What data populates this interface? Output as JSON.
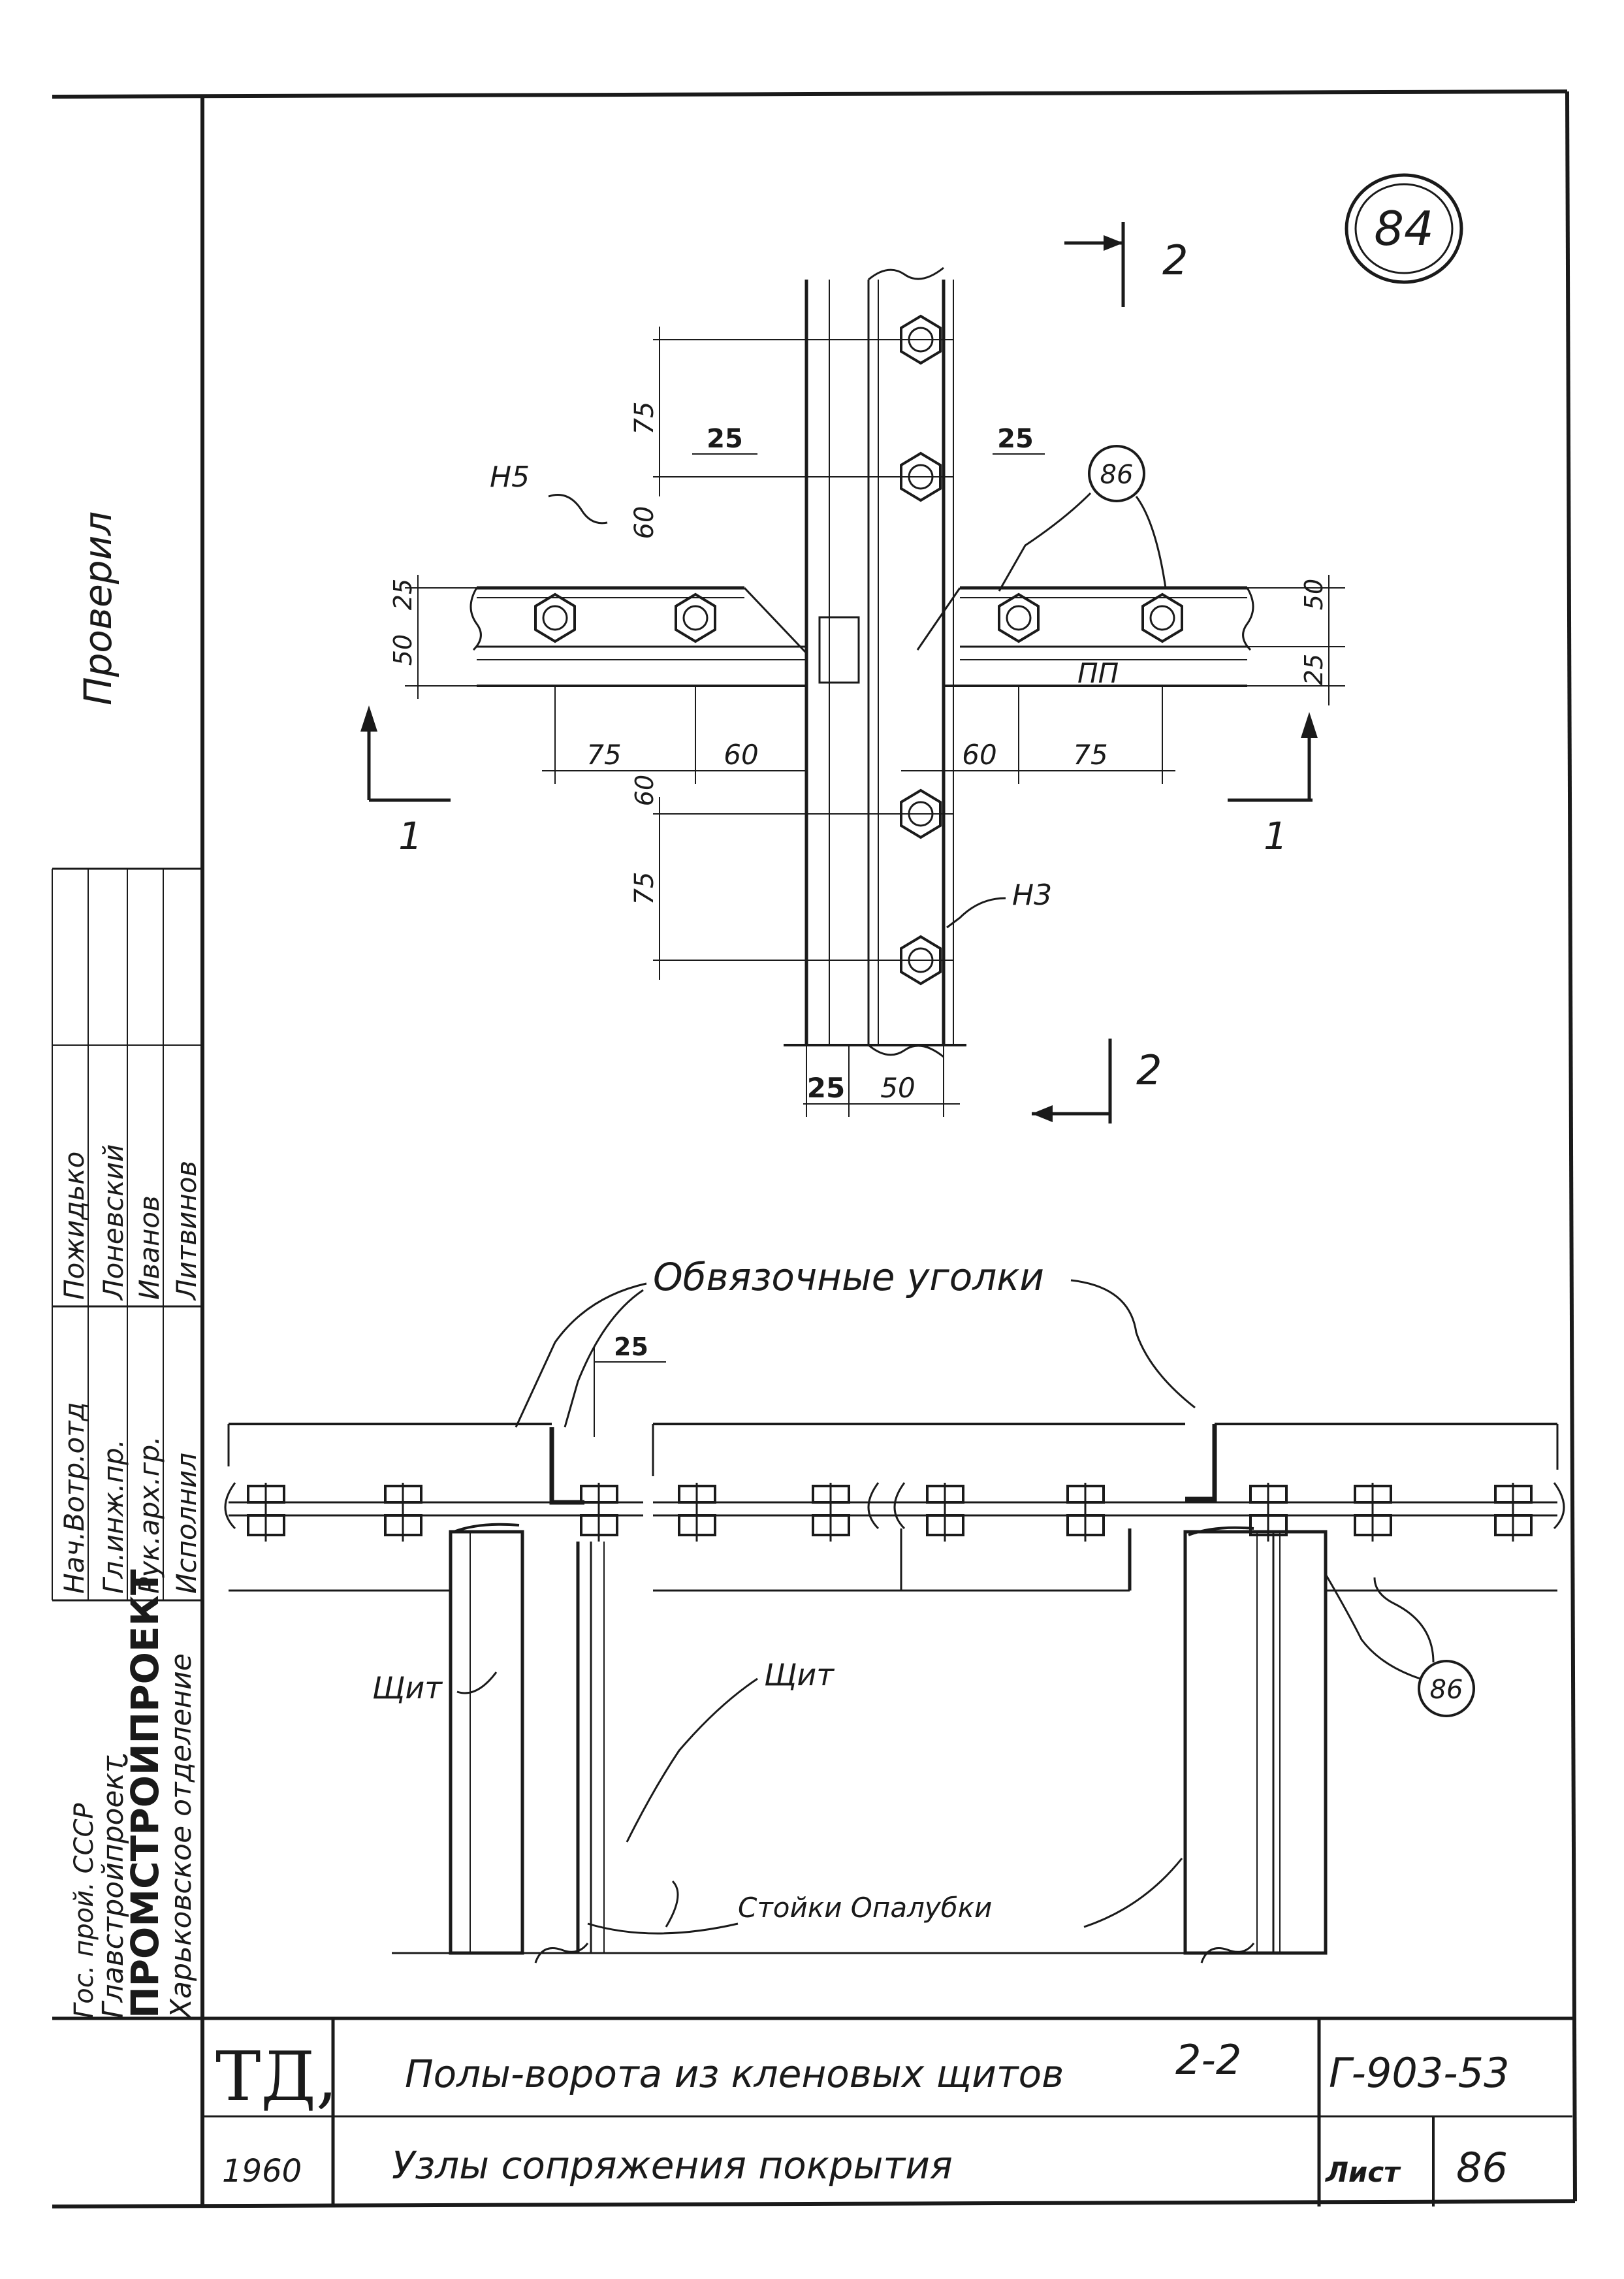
{
  "sheet": {
    "mark": "84",
    "code": "Г-903-53",
    "sheet_label": "Лист",
    "sheet_no": "86",
    "title_line1": "Полы-ворота из кленовых щитов",
    "title_line2": "Узлы сопряжения покрытия",
    "studio": "ТД,",
    "year": "1960"
  },
  "org": {
    "line1": "Гос. прой. СССР",
    "line2": "Главстройпроект",
    "line3": "ПРОМСТРОЙПРОЕКТ",
    "line4": "Харьковское отделение"
  },
  "side_label": "Проверил",
  "stamp": {
    "roles": [
      "Нач.Вотр.отд",
      "Гл.инж.пр.",
      "Рук.арх.гр.",
      "Исполнил"
    ],
    "names": [
      "Пожидько",
      "Лоневский",
      "Иванов",
      "Литвинов"
    ]
  },
  "plan": {
    "section_1": "1",
    "section_2": "2",
    "labels": {
      "h5": "Н5",
      "h3": "Н3",
      "pp": "ПП",
      "ref86": "86"
    },
    "dims": {
      "v75_top": "75",
      "v60_top": "60",
      "h25_left": "25",
      "h25_right": "25",
      "l25": "25",
      "l50": "50",
      "r50": "50",
      "r25": "25",
      "b75l": "75",
      "b60l": "60",
      "b60r": "60",
      "b75r": "75",
      "v60_bot": "60",
      "v75_bot": "75",
      "p25": "25",
      "p50": "50"
    }
  },
  "section": {
    "title": "Обвязочные уголки",
    "dim25": "25",
    "label_left": "Щит",
    "label_mid": "Щит",
    "label_beam": "Стойки Опалубки",
    "ref86": "86",
    "name": "2-2"
  }
}
